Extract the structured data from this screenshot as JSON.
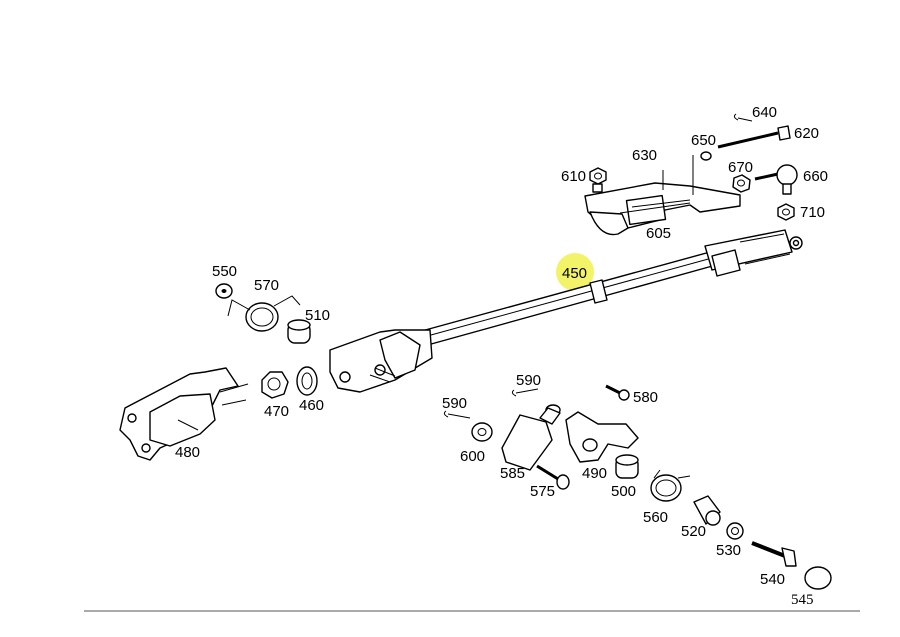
{
  "diagram": {
    "labels": {
      "p640": "640",
      "p620": "620",
      "p650": "650",
      "p630": "630",
      "p670": "670",
      "p610": "610",
      "p660": "660",
      "p710": "710",
      "p605": "605",
      "p450": "450",
      "p550": "550",
      "p570": "570",
      "p510": "510",
      "p590a": "590",
      "p590b": "590",
      "p580": "580",
      "p470": "470",
      "p460": "460",
      "p480": "480",
      "p600": "600",
      "p585": "585",
      "p490": "490",
      "p575": "575",
      "p500": "500",
      "p560": "560",
      "p520": "520",
      "p530": "530",
      "p540": "540",
      "p545": "545"
    },
    "highlight_color": "#f2f25a"
  }
}
